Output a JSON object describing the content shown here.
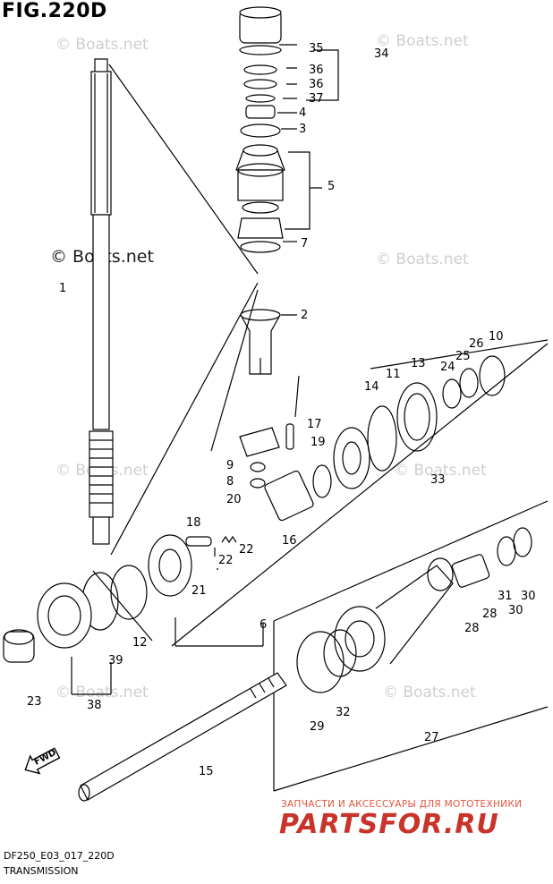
{
  "figure": {
    "title": "FIG.220D",
    "code": "DF250_E03_017_220D",
    "name": "TRANSMISSION"
  },
  "watermark": {
    "text": "© Boats.net"
  },
  "promo": {
    "line": "ЗАПЧАСТИ И АКСЕССУАРЫ ДЛЯ МОТОТЕХНИКИ",
    "brand": "PARTSFOR.RU"
  },
  "direction": {
    "label": "FWD"
  },
  "parts": [
    "35",
    "34",
    "36",
    "36",
    "37",
    "4",
    "3",
    "5",
    "7",
    "2",
    "10",
    "26",
    "25",
    "24",
    "13",
    "11",
    "14",
    "17",
    "19",
    "9",
    "8",
    "20",
    "16",
    "33",
    "18",
    "22",
    "22",
    "21",
    "12",
    "6",
    "39",
    "23",
    "38",
    "28",
    "31",
    "30",
    "30",
    "28",
    "29",
    "32",
    "27",
    "15",
    "1"
  ],
  "colors": {
    "line": "#000000",
    "watermark": "#cfcfcf",
    "promo": "#e2553d",
    "brand": "#c8342a"
  }
}
